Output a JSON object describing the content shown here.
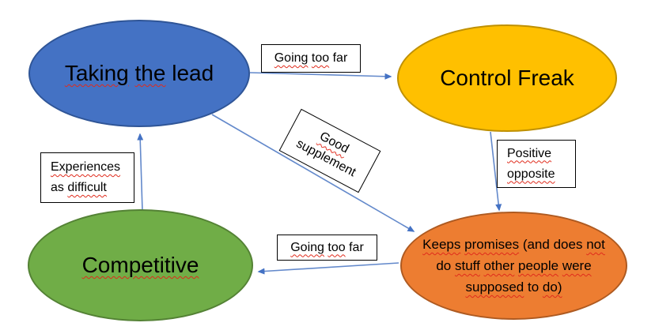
{
  "colors": {
    "blue": "#4472C4",
    "blueBorder": "#2F5597",
    "gold": "#FFC000",
    "goldBorder": "#BF9000",
    "green": "#70AD47",
    "greenBorder": "#548235",
    "orange": "#ED7D31",
    "orangeBorder": "#AE5A21",
    "arrow": "#4472C4",
    "arrowLine": "#6389CB",
    "squiggle": "#E02B1C",
    "boxBorder": "#000000"
  },
  "nodes": {
    "takingLead": {
      "label": "Taking the lead",
      "lines": [
        [
          {
            "t": "Taking",
            "sq": 1
          },
          {
            "t": "the",
            "sq": 1
          },
          {
            "t": "lead",
            "sq": 0
          }
        ]
      ]
    },
    "controlFreak": {
      "label": "Control Freak",
      "lines": [
        [
          {
            "t": "Control Freak",
            "sq": 0
          }
        ]
      ]
    },
    "competitive": {
      "label": "Competitive",
      "lines": [
        [
          {
            "t": "Competitive",
            "sq": 1
          }
        ]
      ]
    },
    "keepsPromises": {
      "label": "Keeps promises (and does not do stuff other people were supposed to do)",
      "lines": [
        [
          {
            "t": "Keeps",
            "sq": 1
          },
          {
            "t": "promises",
            "sq": 1
          },
          {
            "t": "(and",
            "sq": 0
          },
          {
            "t": "does",
            "sq": 0
          },
          {
            "t": "not",
            "sq": 1
          }
        ],
        [
          {
            "t": "do",
            "sq": 0
          },
          {
            "t": "stuff",
            "sq": 1
          },
          {
            "t": "other",
            "sq": 1
          },
          {
            "t": "people",
            "sq": 1
          },
          {
            "t": "were",
            "sq": 1
          }
        ],
        [
          {
            "t": "supposed",
            "sq": 1
          },
          {
            "t": "to",
            "sq": 0
          },
          {
            "t": "do)",
            "sq": 1
          }
        ]
      ]
    }
  },
  "edgeLabels": {
    "goingTooFarTop": {
      "label": "Going too far",
      "lines": [
        [
          {
            "t": "Going",
            "sq": 1
          },
          {
            "t": "too",
            "sq": 1
          },
          {
            "t": "far",
            "sq": 0
          }
        ]
      ]
    },
    "goodSupplement": {
      "label": "Good supplement",
      "lines": [
        [
          {
            "t": "Good",
            "sq": 1
          }
        ],
        [
          {
            "t": "supplement",
            "sq": 0
          }
        ]
      ]
    },
    "positiveOpposite": {
      "label": "Positive opposite",
      "lines": [
        [
          {
            "t": "Positive",
            "sq": 1
          }
        ],
        [
          {
            "t": "opposite",
            "sq": 1
          }
        ]
      ]
    },
    "experiencesAsDifficult": {
      "label": "Experiences as difficult",
      "lines": [
        [
          {
            "t": "Experiences",
            "sq": 1
          }
        ],
        [
          {
            "t": "as",
            "sq": 0
          },
          {
            "t": "difficult",
            "sq": 1
          }
        ]
      ]
    },
    "goingTooFarBottom": {
      "label": "Going too far",
      "lines": [
        [
          {
            "t": "Going",
            "sq": 1
          },
          {
            "t": "too",
            "sq": 1
          },
          {
            "t": "far",
            "sq": 0
          }
        ]
      ]
    }
  }
}
